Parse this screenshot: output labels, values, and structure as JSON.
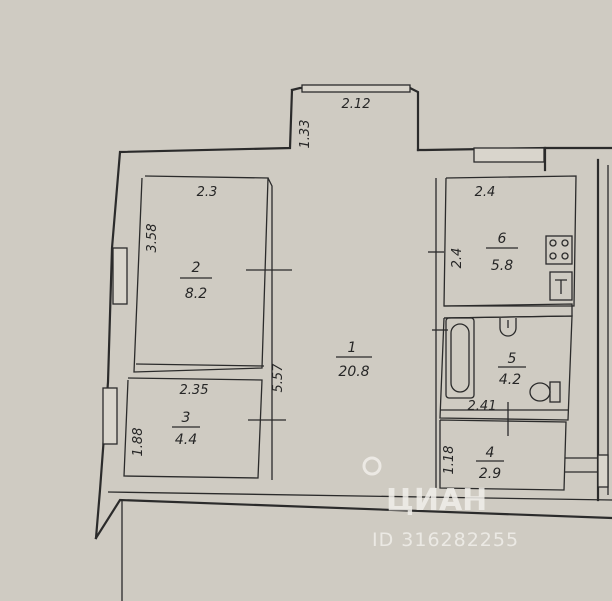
{
  "rooms": [
    {
      "number": "1",
      "area": "20.8"
    },
    {
      "number": "2",
      "area": "8.2"
    },
    {
      "number": "3",
      "area": "4.4"
    },
    {
      "number": "4",
      "area": "2.9"
    },
    {
      "number": "5",
      "area": "4.2"
    },
    {
      "number": "6",
      "area": "5.8"
    }
  ],
  "dimensions": {
    "balcony_width": "2.12",
    "balcony_depth": "1.33",
    "room2_width": "2.3",
    "room2_depth": "3.58",
    "room3_width": "2.35",
    "room3_depth": "1.88",
    "hall_length": "5.57",
    "kitchen_width": "2.4",
    "kitchen_depth": "2.4",
    "bath_width": "2.41",
    "hall4_depth": "1.18"
  },
  "watermark": {
    "brand": "ЦИАН",
    "id_text": "ID 316282255"
  }
}
